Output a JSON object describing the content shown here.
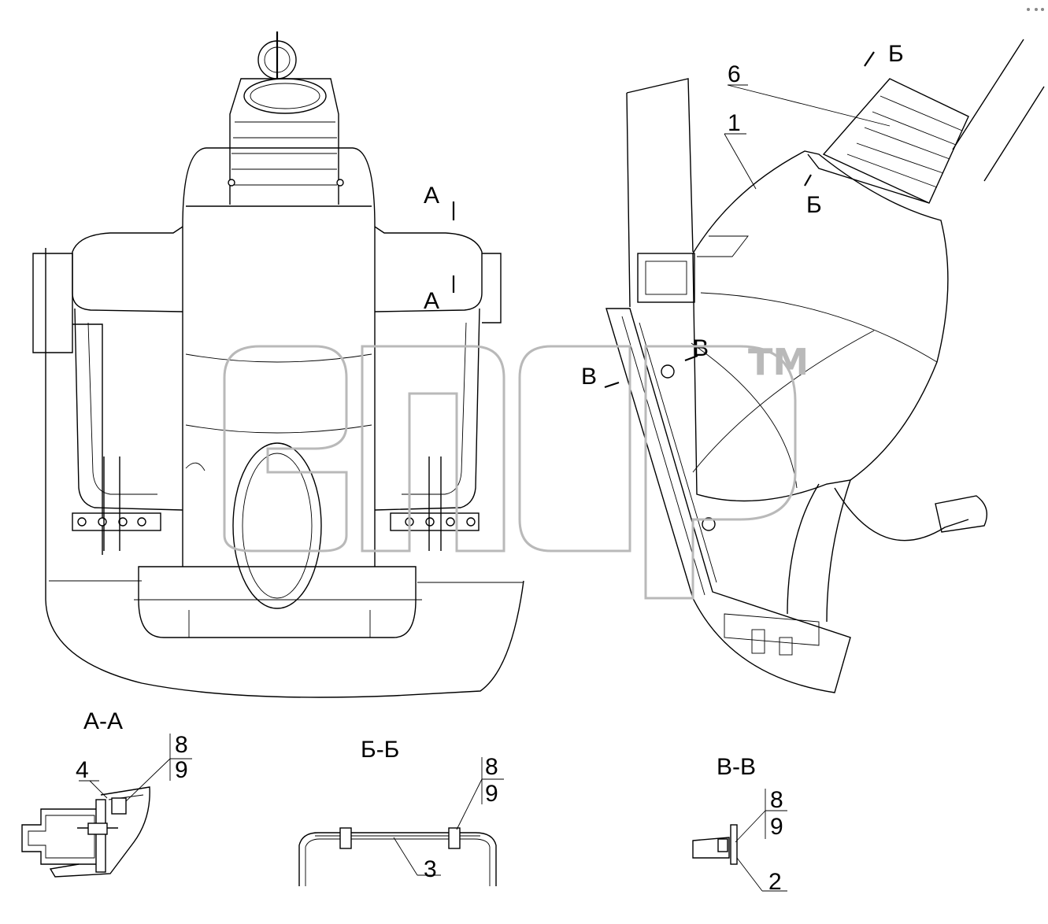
{
  "sections": {
    "aa": "А-А",
    "bb": "Б-Б",
    "vv": "В-В"
  },
  "cut_marks": {
    "a": "А",
    "b": "Б",
    "v": "В"
  },
  "callouts": {
    "p1": "1",
    "p2": "2",
    "p3": "3",
    "p4": "4",
    "p6": "6",
    "p8": "8",
    "p9": "9"
  },
  "watermark": {
    "trademark": "TM"
  }
}
